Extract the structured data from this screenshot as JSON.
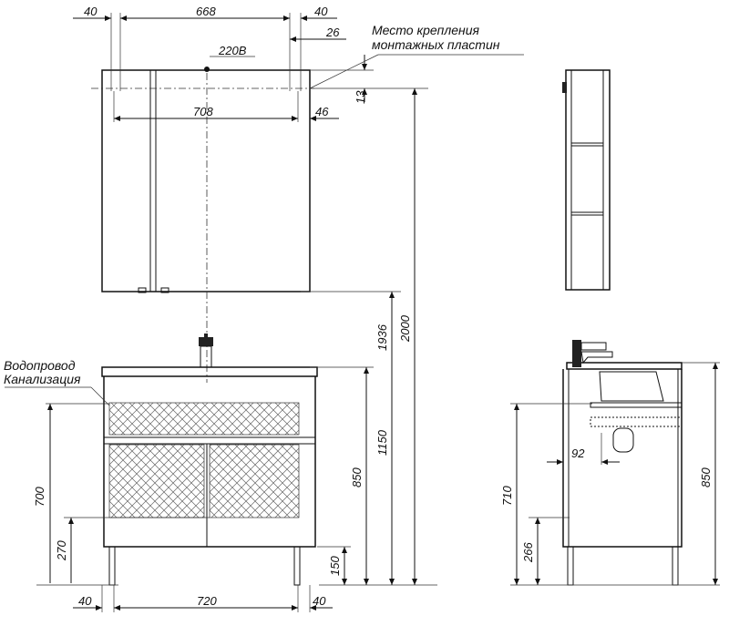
{
  "labels": {
    "mount_line1": "Место крепления",
    "mount_line2": "монтажных пластин",
    "power": "220В",
    "water_line1": "Водопровод",
    "water_line2": "Канализация"
  },
  "dims": {
    "top_left_40": "40",
    "top_668": "668",
    "top_right_40": "40",
    "d26": "26",
    "d708": "708",
    "d46": "46",
    "d13": "13",
    "d1936": "1936",
    "d2000": "2000",
    "d1150": "1150",
    "d850": "850",
    "d150": "150",
    "d700": "700",
    "d270": "270",
    "bot_left_40": "40",
    "bot_720": "720",
    "bot_right_40": "40",
    "side_92": "92",
    "side_710": "710",
    "side_266": "266",
    "side_850": "850"
  }
}
